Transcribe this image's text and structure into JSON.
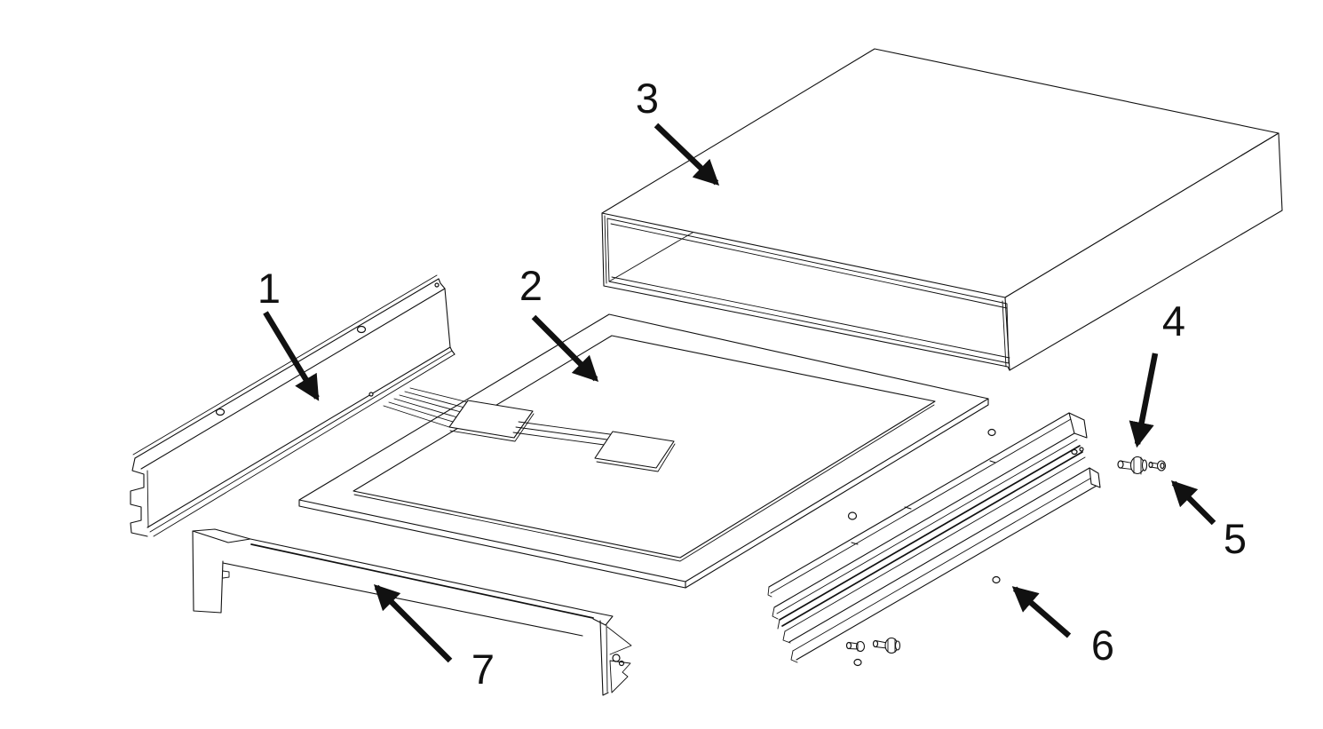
{
  "page": {
    "background": "#ffffff"
  },
  "diagram": {
    "type": "exploded-assembly-line-drawing",
    "line_color": "#111111",
    "label_color": "#111111",
    "callouts": [
      {
        "text": "1"
      },
      {
        "text": "2"
      },
      {
        "text": "3"
      },
      {
        "text": "4"
      },
      {
        "text": "5"
      },
      {
        "text": "6"
      },
      {
        "text": "7"
      }
    ]
  }
}
